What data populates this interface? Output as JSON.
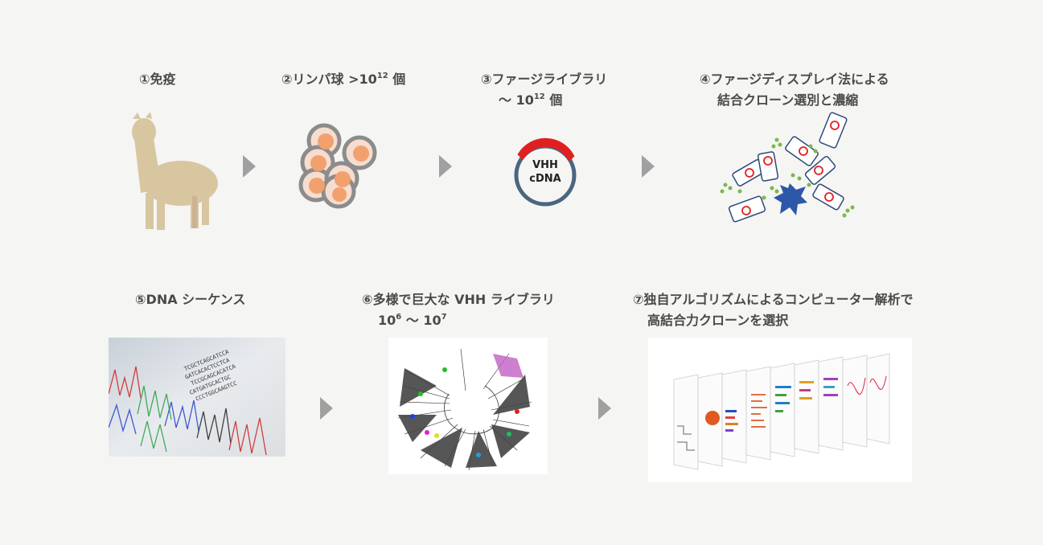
{
  "steps": [
    {
      "num": "①",
      "line1": "免疫"
    },
    {
      "num": "②",
      "line1_pre": "リンパ球 >10",
      "sup": "12",
      "line1_post": " 個"
    },
    {
      "num": "③",
      "line1": "ファージライブラリ",
      "line2_pre": "～ 10",
      "sup": "12",
      "line2_post": " 個"
    },
    {
      "num": "④",
      "line1": "ファージディスプレイ法による",
      "line2": "結合クローン選別と濃縮"
    },
    {
      "num": "⑤",
      "line1": "DNA シーケンス"
    },
    {
      "num": "⑥",
      "line1": "多様で巨大な VHH ライブラリ",
      "line2_a": "10",
      "sup_a": "6",
      "line2_mid": " ～ 10",
      "sup_b": "7"
    },
    {
      "num": "⑦",
      "line1": "独自アルゴリズムによるコンピューター解析で",
      "line2": "高結合力クローンを選択"
    }
  ],
  "plasmid": {
    "line1": "VHH",
    "line2": "cDNA"
  },
  "colors": {
    "bg": "#f5f5f3",
    "arrow": "#a0a0a0",
    "alpaca": "#d8c6a0",
    "plasmid_ring": "#4a6680",
    "insert": "#e02020",
    "antigen": "#2d57a8",
    "phage": "#7ab84a"
  }
}
